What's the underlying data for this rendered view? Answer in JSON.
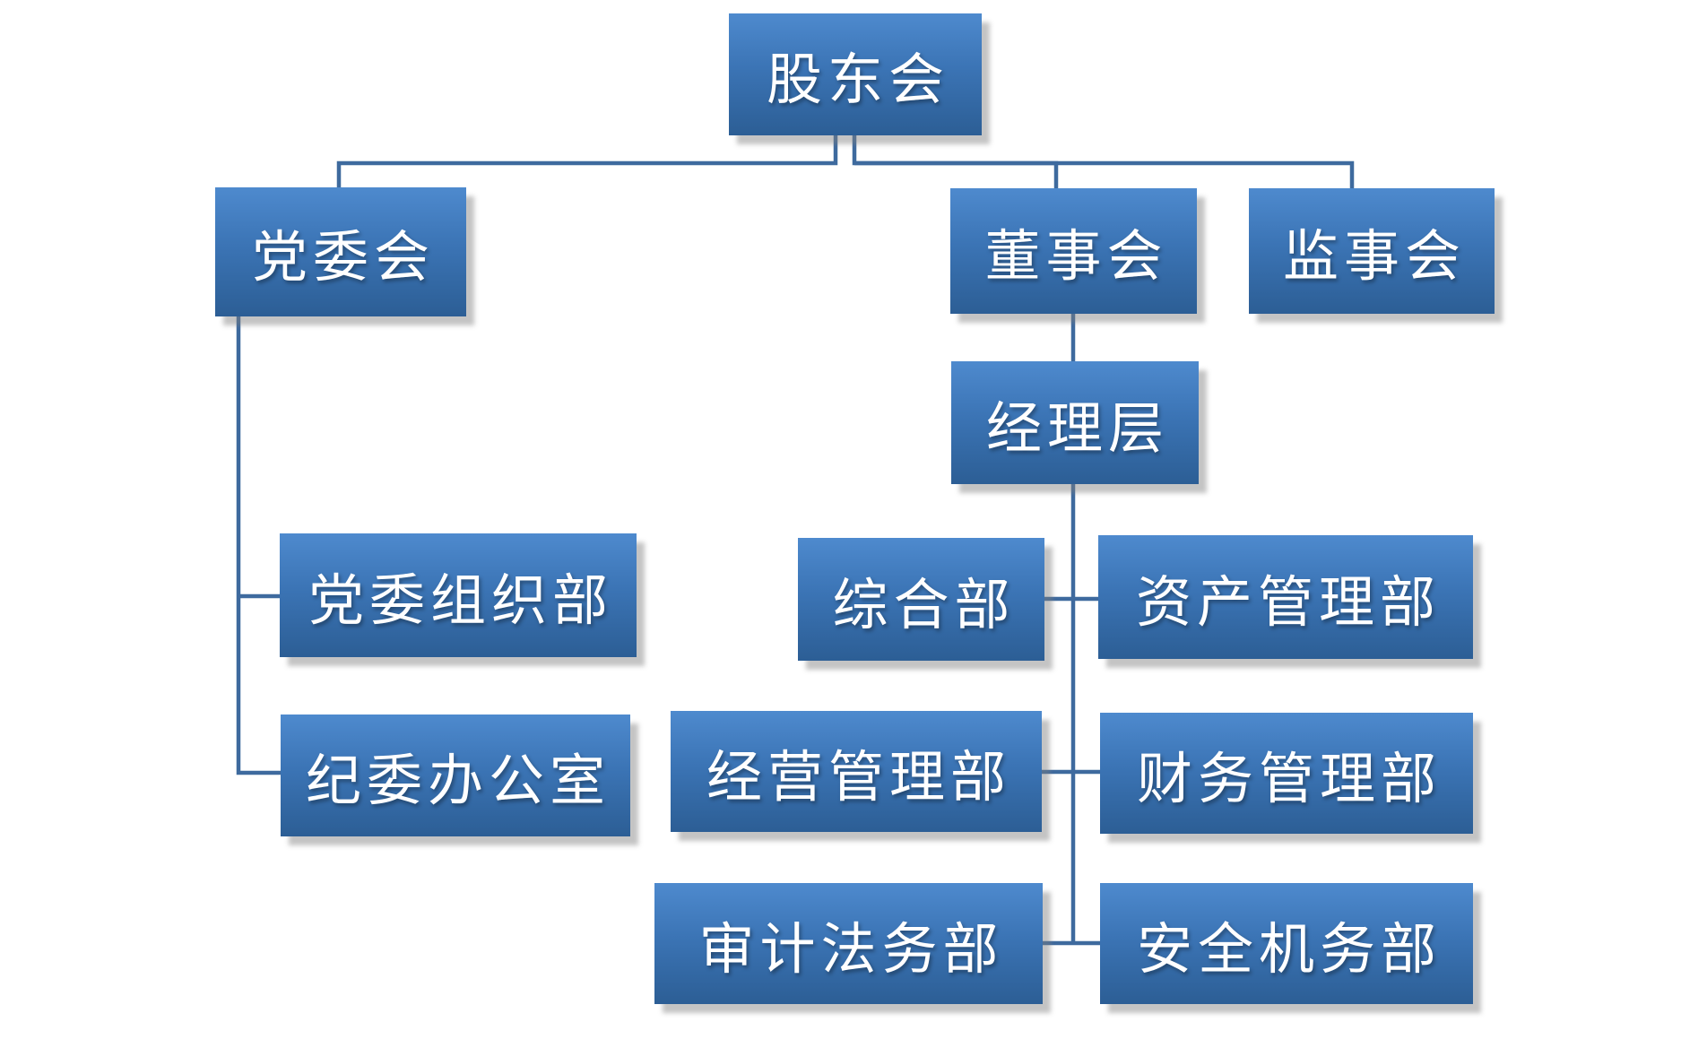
{
  "diagram": {
    "type": "org-chart",
    "background_color": "#ffffff",
    "node_style": {
      "fill_top": "#4e8ace",
      "fill_bottom": "#2c5e95",
      "text_color": "#ffffff",
      "connector_color": "#3e6a9e"
    },
    "nodes": {
      "shareholders": {
        "label": "股东会",
        "parent": null
      },
      "party_committee": {
        "label": "党委会",
        "parent": "股东会"
      },
      "board_of_directors": {
        "label": "董事会",
        "parent": "股东会"
      },
      "supervisory_board": {
        "label": "监事会",
        "parent": "股东会"
      },
      "management": {
        "label": "经理层",
        "parent": "董事会"
      },
      "party_organization_dept": {
        "label": "党委组织部",
        "parent": "党委会"
      },
      "discipline_inspection_office": {
        "label": "纪委办公室",
        "parent": "党委会"
      },
      "general_dept": {
        "label": "综合部",
        "parent": "经理层"
      },
      "asset_management_dept": {
        "label": "资产管理部",
        "parent": "经理层"
      },
      "operations_management_dept": {
        "label": "经营管理部",
        "parent": "经理层"
      },
      "financial_management_dept": {
        "label": "财务管理部",
        "parent": "经理层"
      },
      "audit_legal_dept": {
        "label": "审计法务部",
        "parent": "经理层"
      },
      "safety_aviation_dept": {
        "label": "安全机务部",
        "parent": "经理层"
      }
    }
  }
}
